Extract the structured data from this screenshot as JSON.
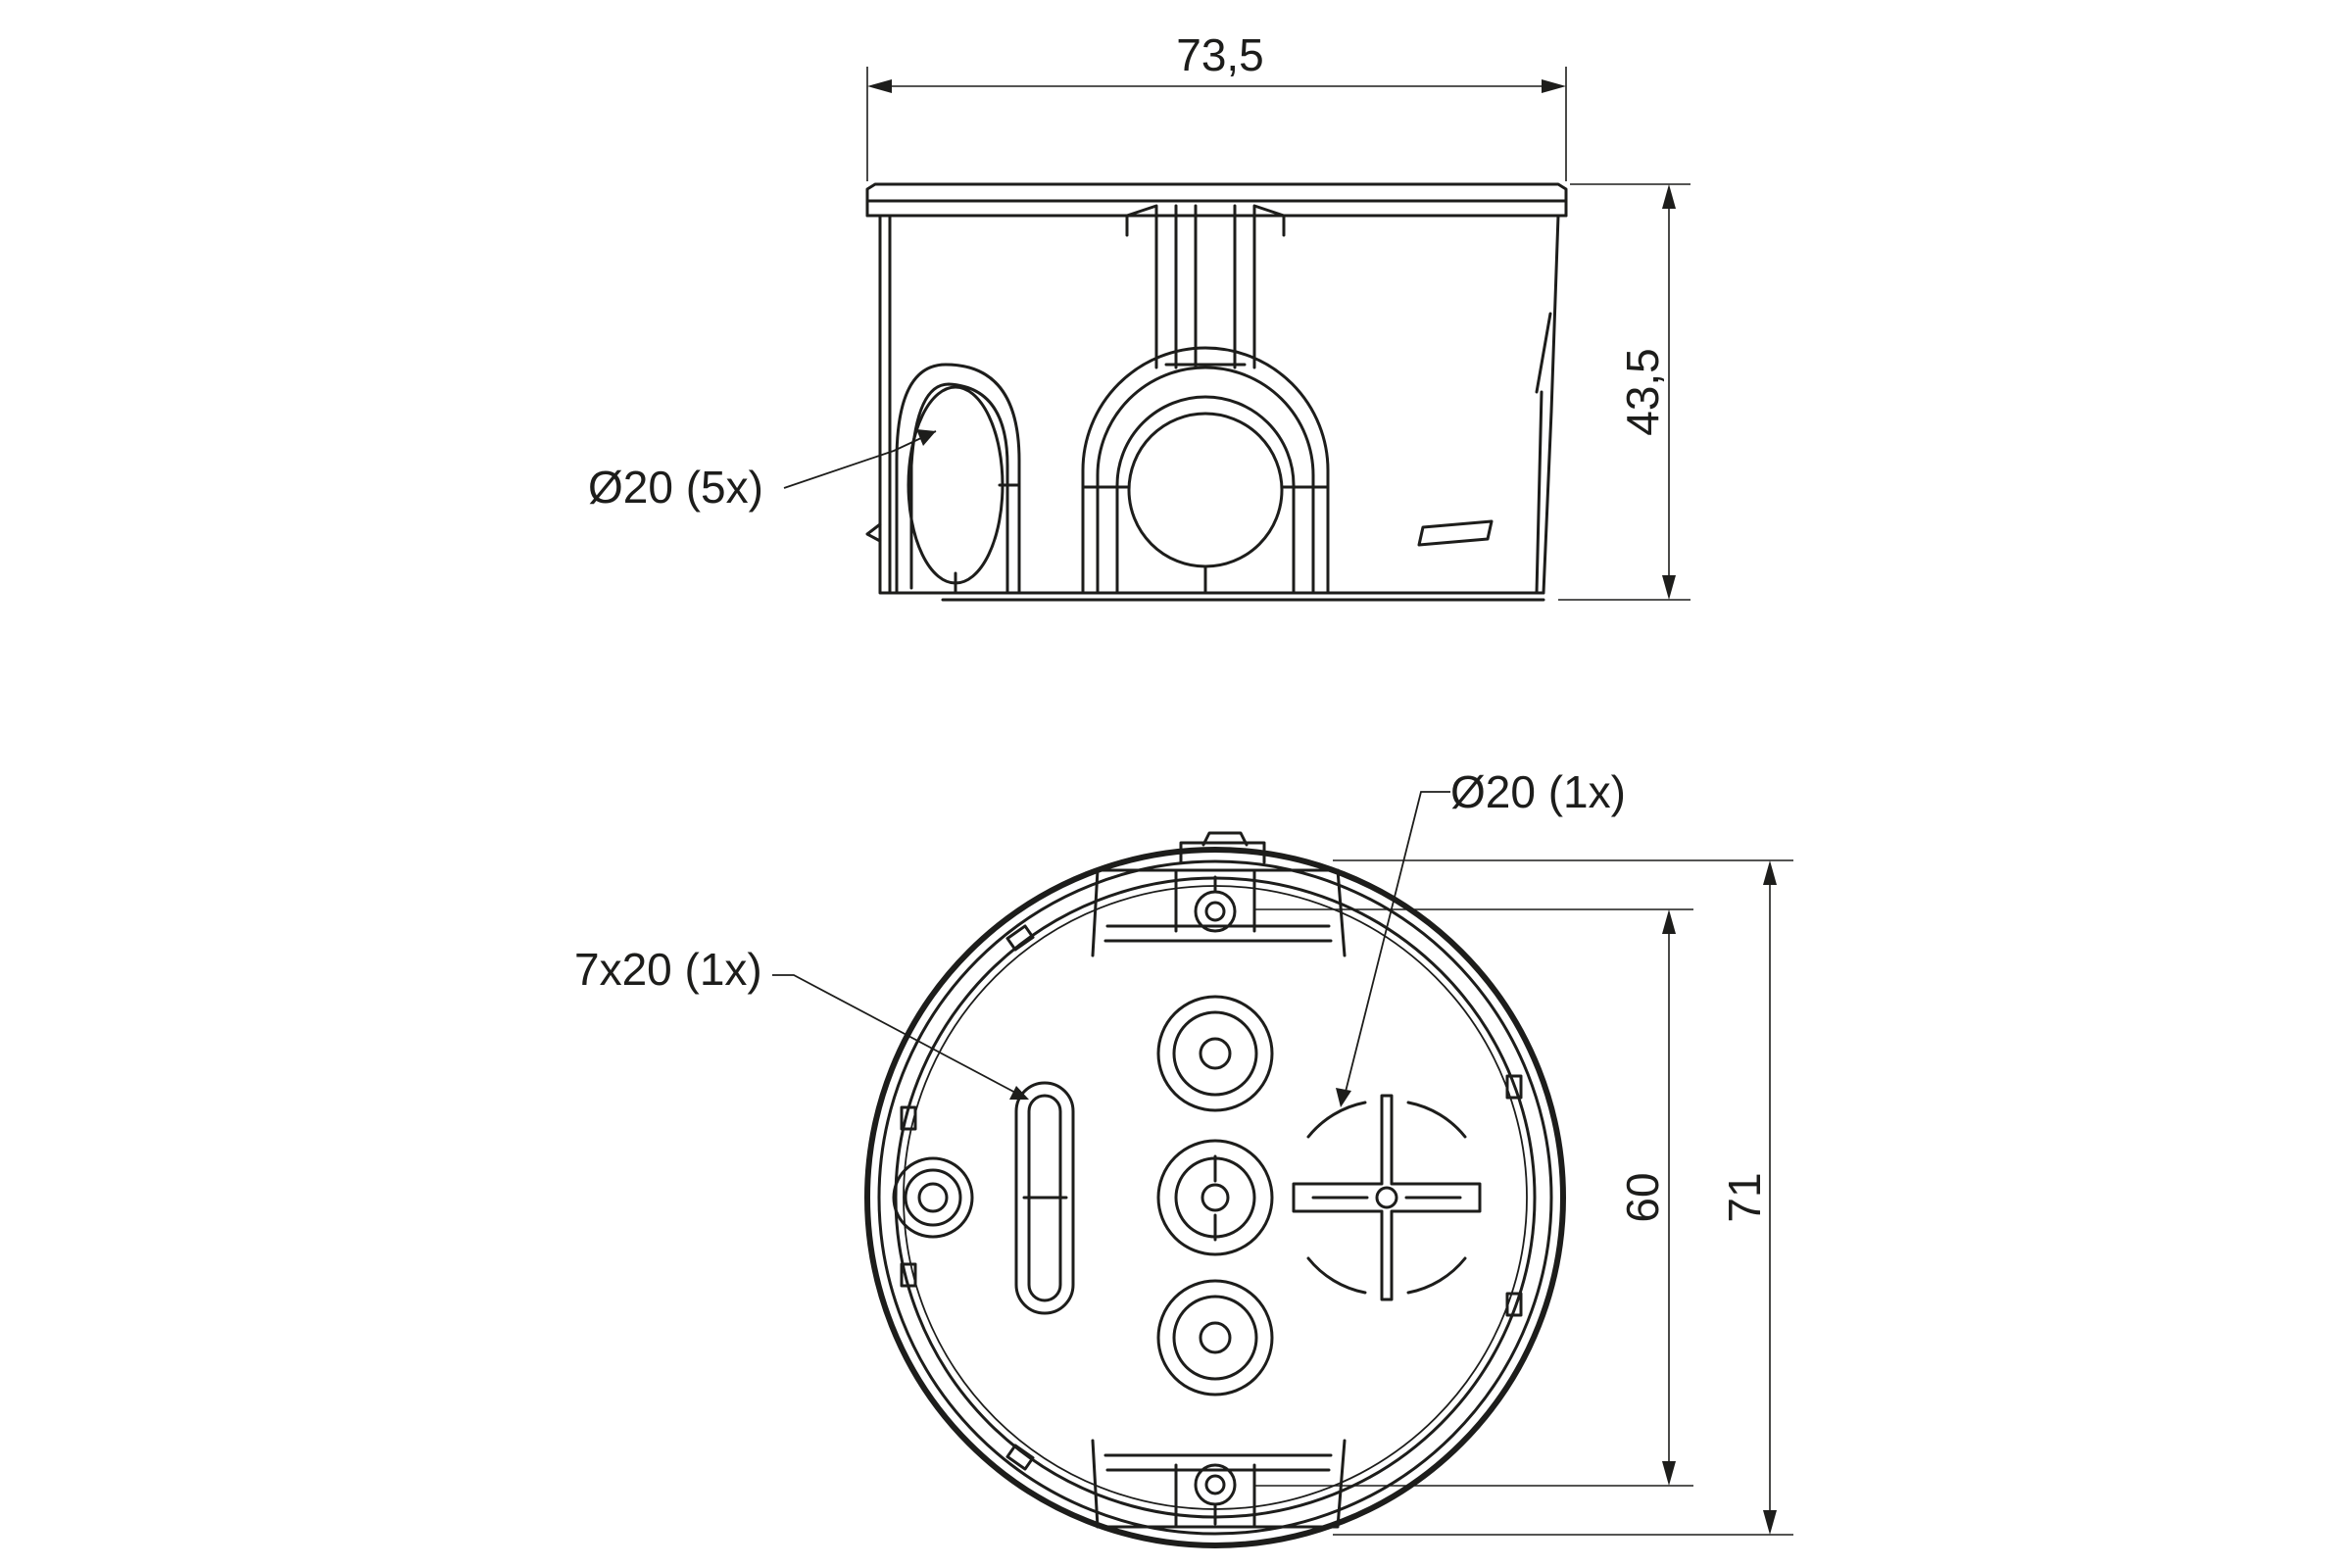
{
  "drawing": {
    "side_view": {
      "width_dimension": "73,5",
      "height_dimension": "43,5",
      "hole_callout": "Ø20 (5x)"
    },
    "top_view": {
      "hole_callout": "Ø20 (1x)",
      "slot_callout": "7x20 (1x)",
      "inner_dimension": "60",
      "outer_dimension": "71"
    }
  }
}
